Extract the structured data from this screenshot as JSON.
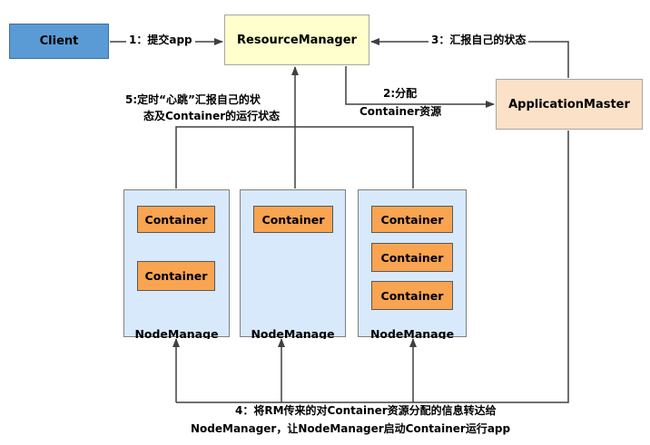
{
  "nodes": {
    "client": "Client",
    "resource_manager": "ResourceManager",
    "application_master": "ApplicationMaster"
  },
  "node_managers": [
    {
      "label": "NodeManage",
      "containers": [
        "Container",
        "Container"
      ]
    },
    {
      "label": "NodeManage",
      "containers": [
        "Container"
      ]
    },
    {
      "label": "NodeManage",
      "containers": [
        "Container",
        "Container",
        "Container"
      ]
    }
  ],
  "edges": {
    "submit_app": "1：提交app",
    "allocate_line1": "2:分配",
    "allocate_line2": "Container资源",
    "report_status": "3：汇报自己的状态",
    "heartbeat_line1": "5:定时“心跳”汇报自己的状",
    "heartbeat_line2": "态及Container的运行状态",
    "notify_line1": "4：将RM传来的对Container资源分配的信息转达给",
    "notify_line2": "NodeManager，让NodeManager启动Container运行app"
  },
  "colors": {
    "client": "#5b9bd5",
    "resource_manager": "#ffffcc",
    "application_master": "#fbe1c7",
    "node_manager": "#d7e9fb",
    "container": "#f8a451"
  }
}
